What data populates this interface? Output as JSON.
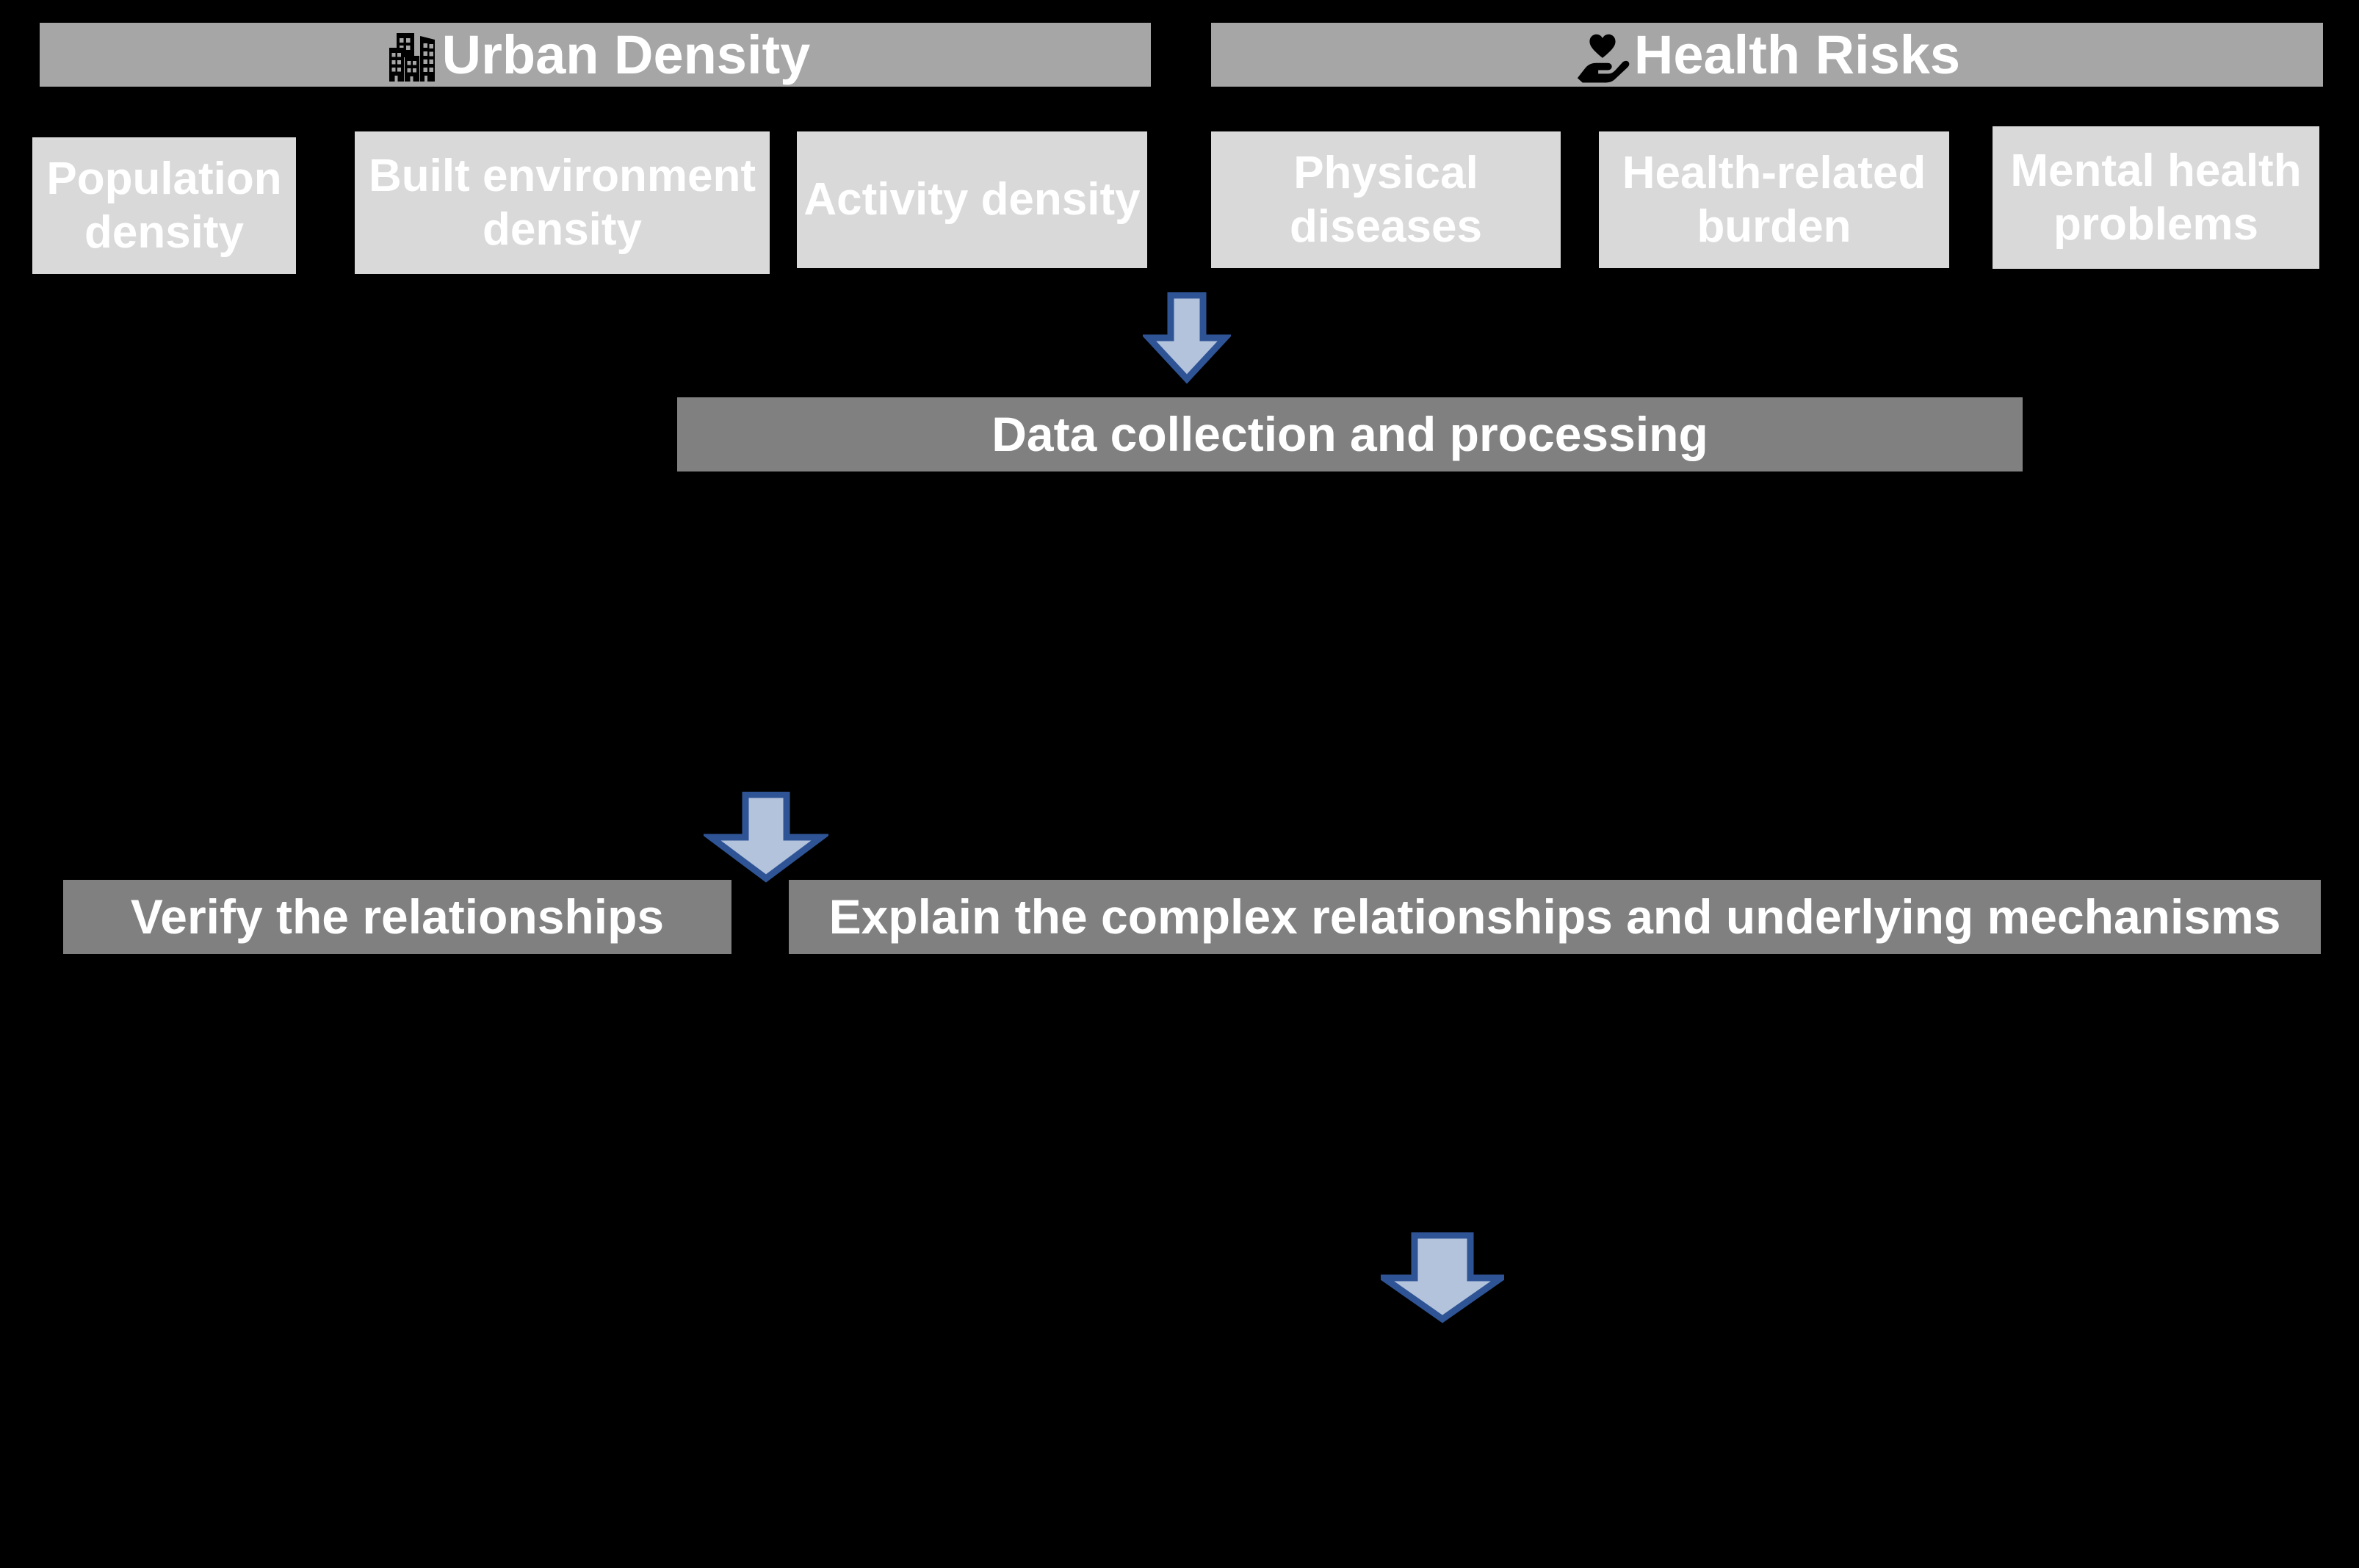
{
  "diagram": {
    "background_color": "#000000",
    "colors": {
      "header_fill": "#a6a6a6",
      "sub_fill": "#d9d9d9",
      "process_fill": "#808080",
      "arrow_fill": "#b4c3dc",
      "arrow_stroke": "#2f5496",
      "text": "#ffffff",
      "icon": "#000000"
    },
    "headers": [
      {
        "id": "urban-density",
        "label": "Urban Density",
        "icon": "city-buildings-icon"
      },
      {
        "id": "health-risks",
        "label": "Health Risks",
        "icon": "heart-in-hand-icon"
      }
    ],
    "urban_density_factors": [
      {
        "id": "population-density",
        "label": "Population density"
      },
      {
        "id": "built-environment-density",
        "label": "Built environment density"
      },
      {
        "id": "activity-density",
        "label": "Activity density"
      }
    ],
    "health_risk_factors": [
      {
        "id": "physical-diseases",
        "label": "Physical diseases"
      },
      {
        "id": "health-related-burden",
        "label": "Health-related burden"
      },
      {
        "id": "mental-health-problems",
        "label": "Mental health problems"
      }
    ],
    "process_steps": [
      {
        "id": "data-collection",
        "label": "Data collection and processing"
      },
      {
        "id": "verify-relationships",
        "label": "Verify the relationships"
      },
      {
        "id": "explain-relationships",
        "label": "Explain the complex relationships and underlying mechanisms"
      }
    ],
    "arrows": [
      {
        "id": "arrow-to-data-collection",
        "direction": "down"
      },
      {
        "id": "arrow-to-relationships",
        "direction": "down"
      },
      {
        "id": "arrow-to-outcome",
        "direction": "down"
      }
    ]
  }
}
